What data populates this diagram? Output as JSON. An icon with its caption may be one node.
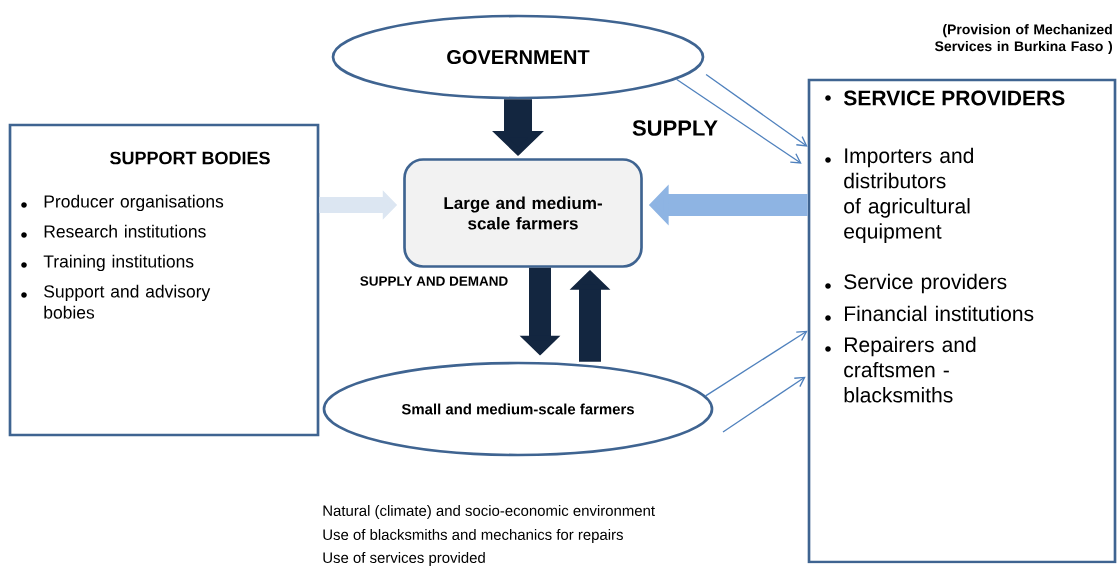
{
  "diagram": {
    "nodes": [
      {
        "text": [
          "GOVERNMENT"
        ]
      },
      {
        "text": [
          "SUPPORT BODIES",
          "Producer organisations",
          "Research institutions",
          "Training institutions",
          "Support and advisory bobies"
        ]
      },
      {
        "text": [
          "Large and medium-scale farmers"
        ]
      },
      {
        "text": [
          "Small and medium-scale farmers"
        ]
      },
      {
        "text": [
          "SERVICE PROVIDERS",
          "Importers and distributors of agricultural equipment",
          "Service providers",
          "Financial institutions",
          "Repairers and craftsmen - blacksmiths"
        ]
      }
    ],
    "edges": [
      {
        "from": 0,
        "to": 2,
        "arrow": "to",
        "color": "#132640"
      },
      {
        "from": 1,
        "to": 2,
        "arrow": "to",
        "color": "#dce6f2"
      },
      {
        "from": 4,
        "to": 2,
        "arrow": "to",
        "color": "#8eb4e3"
      },
      {
        "from": 2,
        "to": 3,
        "arrow": "to",
        "color": "#132640"
      },
      {
        "from": 3,
        "to": 2,
        "arrow": "to",
        "color": "#132640"
      },
      {
        "from": 0,
        "to": 4,
        "arrow": "to"
      },
      {
        "from": 0,
        "to": 4,
        "arrow": "to"
      },
      {
        "from": 3,
        "to": 4,
        "arrow": "to"
      },
      {
        "from": null,
        "to": 4,
        "arrow": "to"
      }
    ],
    "labels": [
      "(Provision of Mechanized Services in Burkina Faso )",
      "SUPPLY",
      "SUPPLY AND DEMAND",
      "Natural (climate) and socio-economic environment",
      "Use of blacksmiths and mechanics for repairs",
      "Use of services provided"
    ]
  }
}
